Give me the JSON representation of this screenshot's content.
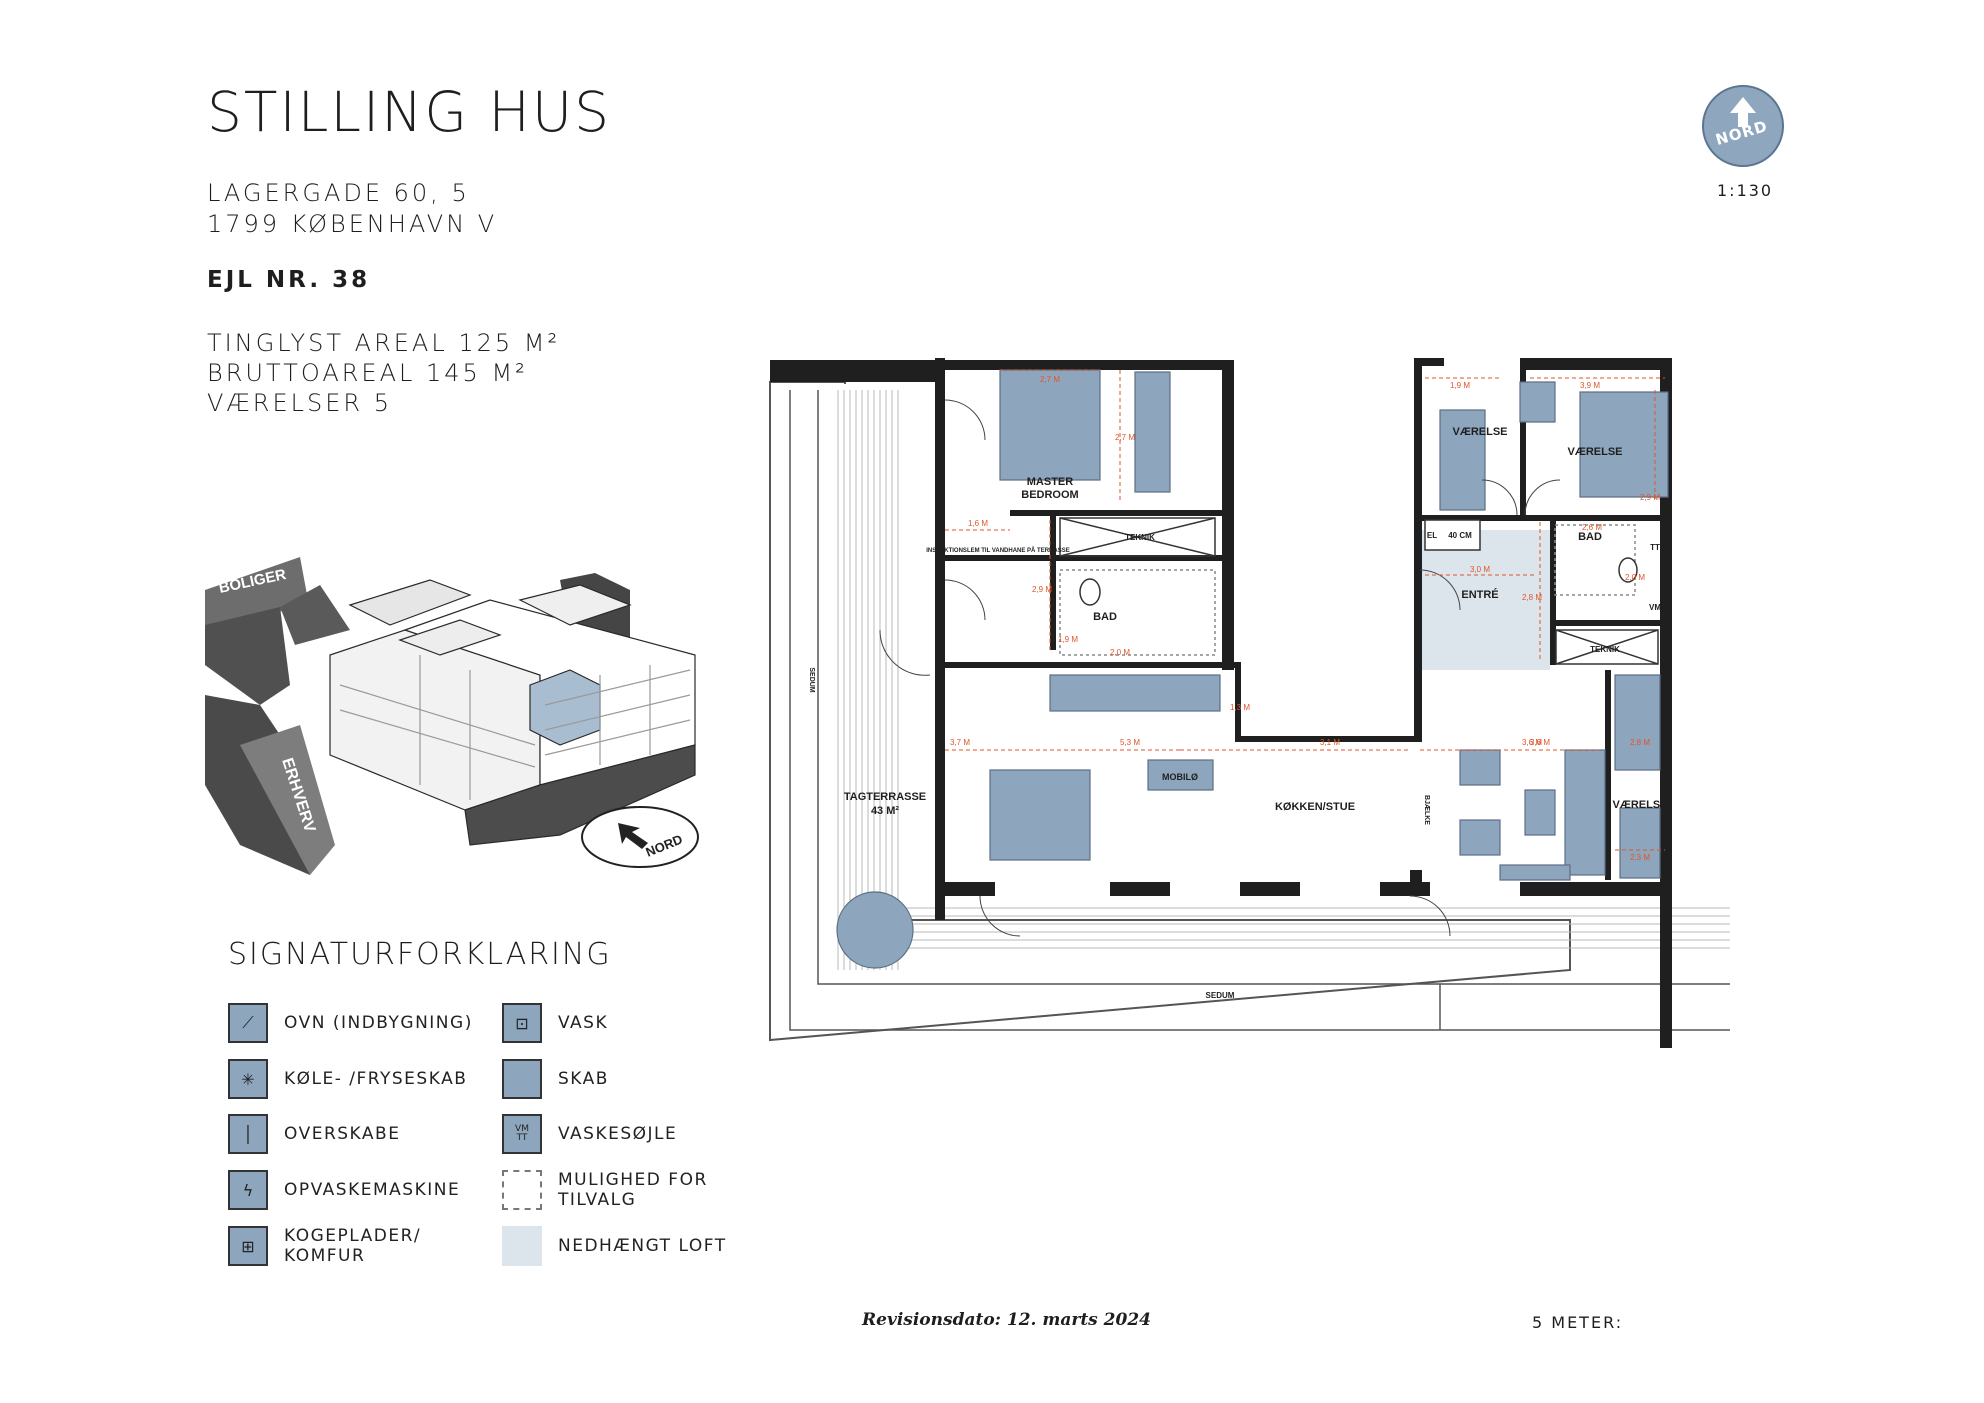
{
  "header": {
    "title": "STILLING HUS",
    "address_line1": "LAGERGADE 60, 5",
    "address_line2": "1799 KØBENHAVN V",
    "unit": "EJL NR. 38",
    "area_registered": "TINGLYST AREAL 125 M²",
    "area_gross": "BRUTTOAREAL 145 M²",
    "rooms": "VÆRELSER 5"
  },
  "compass": {
    "label": "NORD",
    "scale": "1:130"
  },
  "site_map": {
    "label_residential": "BOLIGER",
    "label_commercial": "ERHVERV",
    "compass_label": "NORD"
  },
  "legend": {
    "title": "SIGNATURFORKLARING",
    "items": [
      {
        "label": "OVN (INDBYGNING)",
        "icon": "oven-icon"
      },
      {
        "label": "KØLE- /FRYSESKAB",
        "icon": "fridge-icon"
      },
      {
        "label": "OVERSKABE",
        "icon": "upper-cabinet-icon"
      },
      {
        "label": "OPVASKEMASKINE",
        "icon": "dishwasher-icon"
      },
      {
        "label": "KOGEPLADER/\nKOMFUR",
        "icon": "hob-icon"
      },
      {
        "label": "VASK",
        "icon": "sink-icon"
      },
      {
        "label": "SKAB",
        "icon": "cabinet-icon"
      },
      {
        "label": "VASKESØJLE",
        "icon": "washer-dryer-icon",
        "glyph": "VM\nTT"
      },
      {
        "label": "MULIGHED FOR\nTILVALG",
        "icon": "option-outline-icon"
      },
      {
        "label": "NEDHÆNGT LOFT",
        "icon": "suspended-ceiling-icon"
      }
    ]
  },
  "plan": {
    "rooms": {
      "master": "MASTER",
      "master2": "BEDROOM",
      "bath1": "BAD",
      "bath2": "BAD",
      "tech1": "TEKNIK",
      "tech2": "TEKNIK",
      "room1": "VÆRELSE",
      "room2": "VÆRELSE",
      "room3": "VÆRELSE",
      "entry": "ENTRÉ",
      "kitchen": "KØKKEN/STUE",
      "terrace": "TAGTERRASSE",
      "terrace_area": "43 M²",
      "mobile": "MOBILØ",
      "sedum_bottom": "SEDUM",
      "sedum_left": "SEDUM",
      "inspection": "INSPEKTIONSLEM TIL VANDHANE PÅ TERRASSE",
      "el": "EL",
      "cm": "40 CM",
      "vm": "VM",
      "tt": "TT",
      "beam": "BJÆLKE"
    },
    "dims": {
      "d1": "2,7 M",
      "d2": "2,7 M",
      "d3": "1,6 M",
      "d4": "2,9 M",
      "d5": "1,9 M",
      "d6": "2,0 M",
      "d7": "1,3 M",
      "d8": "3,7 M",
      "d9": "5,3 M",
      "d10": "3,1 M",
      "d11": "3,6 M",
      "d12": "1,9 M",
      "d13": "3,9 M",
      "d14": "2,9 M",
      "d15": "3,0 M",
      "d16": "2,8 M",
      "d17": "2,6 M",
      "d18": "2,0 M",
      "d19": "3,6 M",
      "d20": "2,8 M",
      "d21": "2,3 M"
    }
  },
  "footer": {
    "revision": "Revisionsdato: 12. marts 2024",
    "meter": "5 METER:"
  },
  "colors": {
    "furniture": "#8ea6bd",
    "wall": "#1f1f1f",
    "dimension": "#e0552a",
    "ceiling": "#dde5ec"
  }
}
